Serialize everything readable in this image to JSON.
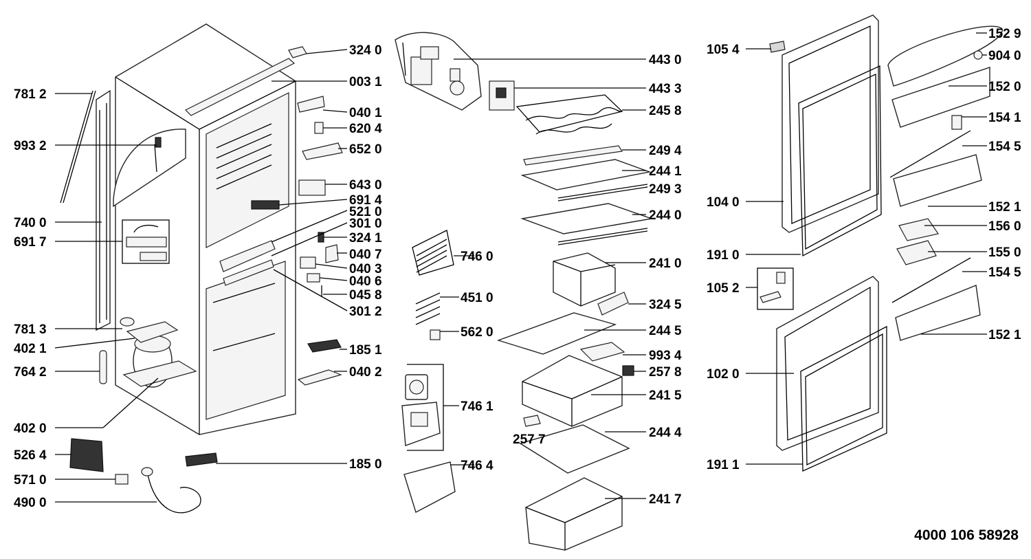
{
  "document_number": "4000 106 58928",
  "labels": [
    "324 0",
    "003 1",
    "040 1",
    "620 4",
    "652 0",
    "643 0",
    "691 4",
    "521 0",
    "301 0",
    "324 1",
    "040 7",
    "040 3",
    "040 6",
    "045 8",
    "301 2",
    "185 1",
    "040 2",
    "185 0",
    "781 2",
    "993 2",
    "740 0",
    "691 7",
    "781 3",
    "402 1",
    "764 2",
    "402 0",
    "526 4",
    "571 0",
    "490 0",
    "443 0",
    "443 3",
    "245 8",
    "249 4",
    "244 1",
    "249 3",
    "244 0",
    "241 0",
    "324 5",
    "244 5",
    "993 4",
    "257 8",
    "241 5",
    "257 7",
    "244 4",
    "241 7",
    "746 0",
    "451 0",
    "562 0",
    "746 1",
    "746 4",
    "105 4",
    "104 0",
    "191 0",
    "105 2",
    "102 0",
    "191 1",
    "152 9",
    "904 0",
    "152 0",
    "154 1",
    "154 5",
    "152 1",
    "156 0",
    "155 0",
    "154 5",
    "152 1"
  ]
}
